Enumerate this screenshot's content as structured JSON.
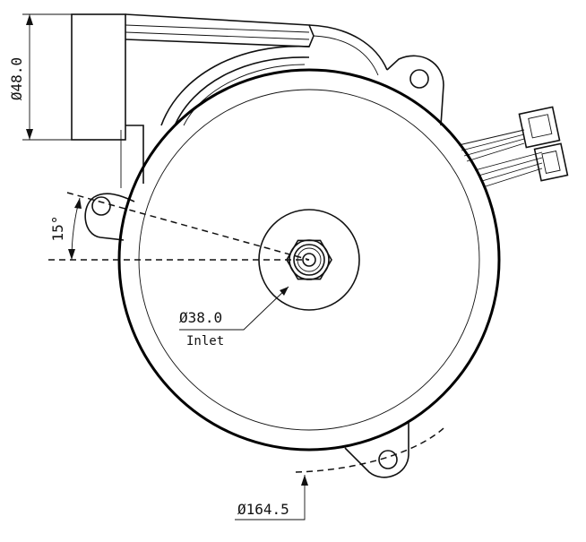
{
  "dimensions": {
    "outlet_diameter": "Ø48.0",
    "angle": "15°",
    "inlet_diameter": "Ø38.0",
    "inlet_label": "Inlet",
    "housing_diameter": "Ø164.5"
  }
}
